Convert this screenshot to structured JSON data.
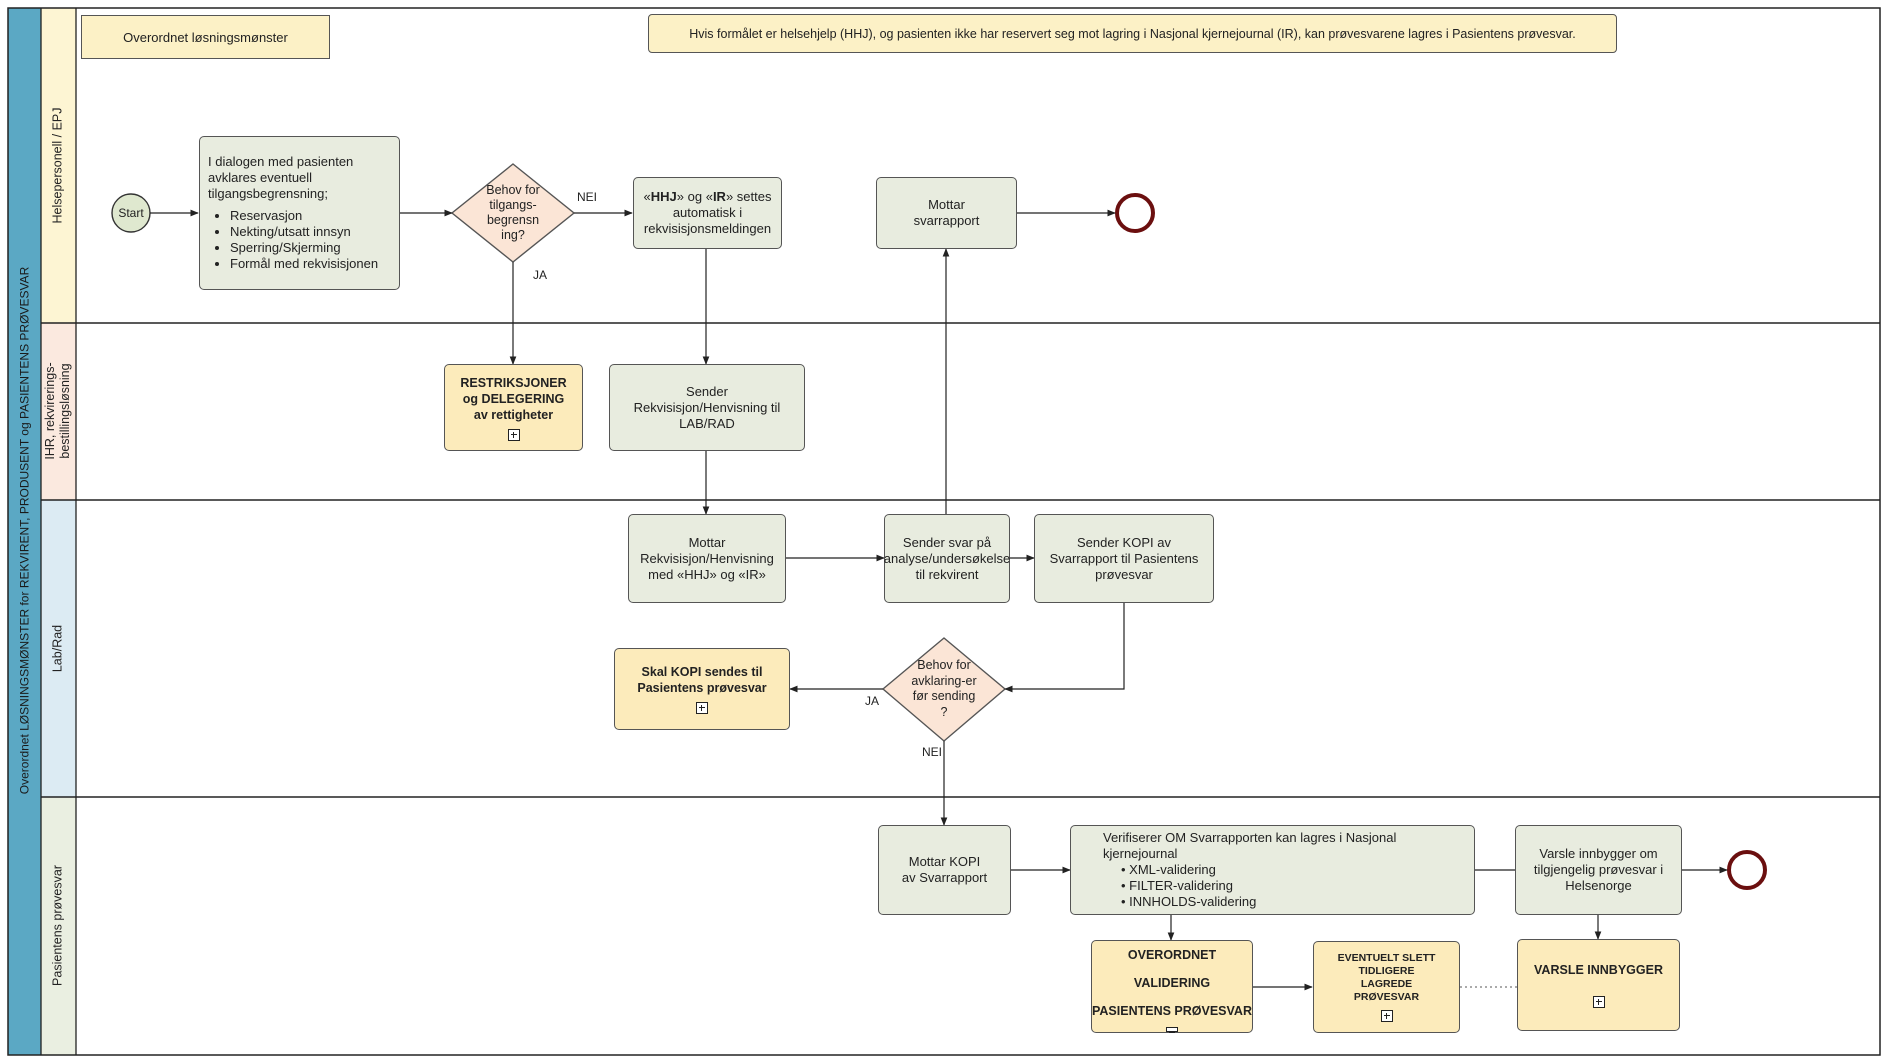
{
  "pool": {
    "title": "Overordnet LØSNINGSMØNSTER for REKVIRENT, PRODUSENT og PASIENTENS PRØVESVAR"
  },
  "lanes": [
    {
      "label": "Helsepersonell / EPJ",
      "color": "#fdf5d3"
    },
    {
      "label_line1": "IHR, rekvirerings-",
      "label_line2": "bestillingsløsning",
      "color": "#fbe9df"
    },
    {
      "label": "Lab/Rad",
      "color": "#dcebf3"
    },
    {
      "label": "Pasientens prøvesvar",
      "color": "#eaefe1"
    }
  ],
  "notes": {
    "title": "Overordnet løsningsmønster",
    "info": "Hvis formålet er helsehjelp (HHJ), og pasienten ikke har reservert seg mot lagring i Nasjonal kjernejournal (IR), kan prøvesvarene lagres i Pasientens prøvesvar."
  },
  "nodes": {
    "start": "Start",
    "dialog": {
      "text": "I dialogen med pasienten avklares eventuell tilgangsbegrensning;",
      "items": [
        "Reservasjon",
        "Nekting/utsatt innsyn",
        "Sperring/Skjerming",
        "Formål med rekvisisjonen"
      ]
    },
    "gateway1": "Behov for tilgangs-begrensn ing?",
    "hhj_ir": {
      "q1": "«",
      "b1": "HHJ",
      "q2": "» og «",
      "b2": "IR",
      "q3": "» settes",
      "rest": "automatisk i rekvisisjonsmeldingen"
    },
    "mottar_svar": "Mottar svarrapport",
    "restriksjoner": "RESTRIKSJONER og DELEGERING av rettigheter",
    "sender_rekv": "Sender Rekvisisjon/Henvisning til LAB/RAD",
    "mottar_rekv": "Mottar Rekvisisjon/Henvisning med «HHJ» og «IR»",
    "sender_svar": "Sender svar på analyse/undersøkelse til rekvirent",
    "sender_kopi": "Sender KOPI av Svarrapport til Pasientens prøvesvar",
    "gateway2": "Behov for avklaring-er før sending ?",
    "skal_kopi": "Skal KOPI sendes  til Pasientens prøvesvar",
    "mottar_kopi": "Mottar KOPI av Svarrapport",
    "verifiserer": {
      "text": "Verifiserer OM Svarrapporten kan lagres i Nasjonal kjernejournal",
      "items": [
        "XML-validering",
        "FILTER-validering",
        "INNHOLDS-validering"
      ]
    },
    "varsle": "Varsle innbygger om tilgjengelig prøvesvar i Helsenorge",
    "overordnet_val_1": "OVERORDNET VALIDERING",
    "overordnet_val_2": "PASIENTENS PRØVESVAR",
    "eventuelt": "EVENTUELT SLETT TIDLIGERE LAGREDE PRØVESVAR",
    "varsle_innbygger": "VARSLE INNBYGGER"
  },
  "edge_labels": {
    "nei1": "NEI",
    "ja1": "JA",
    "ja2": "JA",
    "nei2": "NEI"
  },
  "colors": {
    "pool_band": "#5ba8c4",
    "task": "#e8ecdf",
    "subprocess": "#fcebbb",
    "gateway": "#fbe5d6",
    "end_event": "#6b0f0f",
    "start_event": "#dfe8cf"
  }
}
